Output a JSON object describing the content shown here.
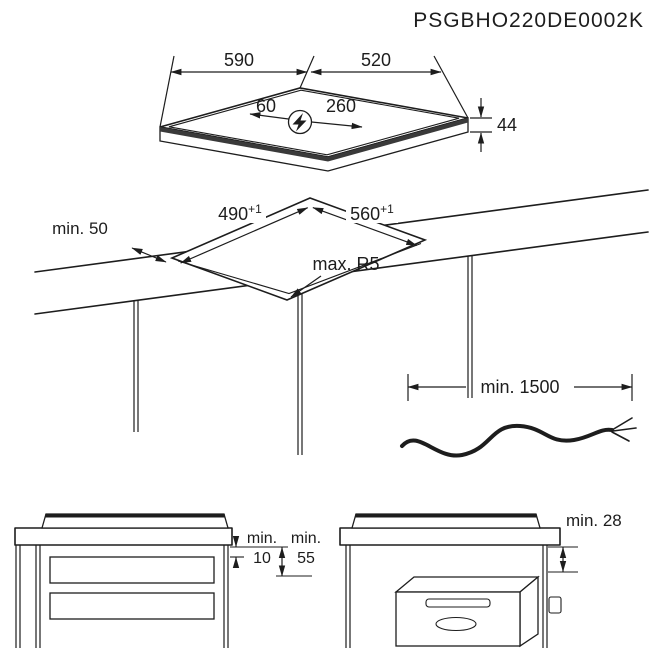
{
  "title": "PSGBHO220DE0002K",
  "colors": {
    "line": "#1d1d1d",
    "background": "#ffffff",
    "edge_band": "#3a3a3a"
  },
  "icons": {
    "power_connection": "lightning-bolt"
  },
  "cooktop_iso": {
    "width": "590",
    "depth": "520",
    "cable_offset_back": "60",
    "cable_offset_side": "260",
    "height": "44"
  },
  "cutout": {
    "front_clearance": "min. 50",
    "width_value": "490",
    "width_tolerance": "+1",
    "depth_value": "560",
    "depth_tolerance": "+1",
    "corner_radius": "max. R5"
  },
  "cable": {
    "min_length": "min. 1500"
  },
  "drawer_section": {
    "gap_label": "min.",
    "gap_value": "10",
    "clearance_label": "min.",
    "clearance_value": "55"
  },
  "oven_section": {
    "clearance": "min. 28"
  }
}
